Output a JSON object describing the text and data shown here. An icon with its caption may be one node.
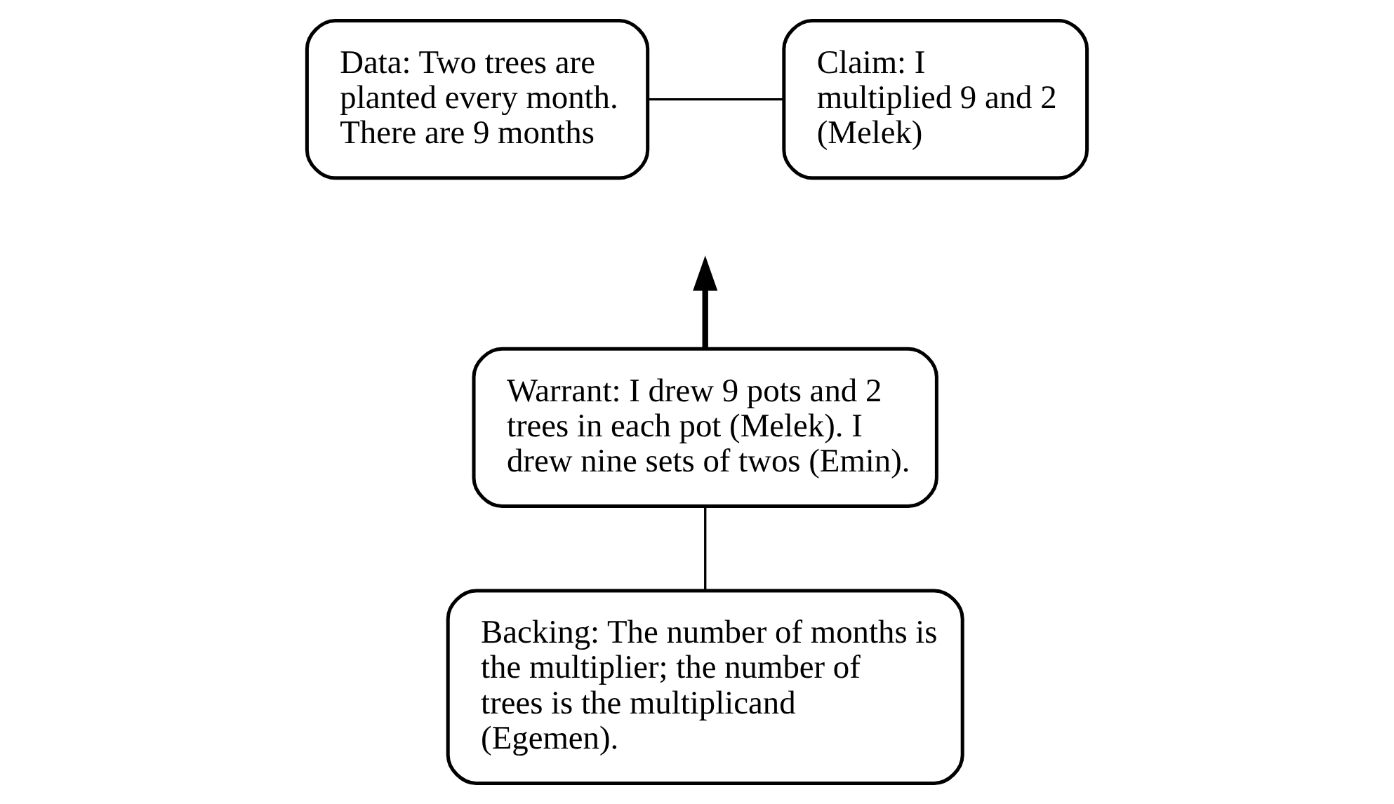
{
  "diagram": {
    "nodes": [
      {
        "text": [
          "Data: Two trees are planted every month. There are 9 months"
        ]
      },
      {
        "text": [
          "Claim: I multiplied 9 and 2 (Melek)"
        ]
      },
      {
        "text": [
          "Warrant: I drew 9 pots and 2 trees in each pot (Melek). I drew nine sets of twos (Emin)."
        ]
      },
      {
        "text": [
          "Backing: The number of months is the multiplier; the number of trees is the multiplicand (Egemen)."
        ]
      }
    ],
    "edges": [
      {
        "from": 0,
        "to": 1,
        "arrow": "none"
      },
      {
        "from": 2,
        "to": null,
        "arrow": "to",
        "style": "thick"
      },
      {
        "from": 3,
        "to": 2,
        "arrow": "none"
      }
    ]
  }
}
